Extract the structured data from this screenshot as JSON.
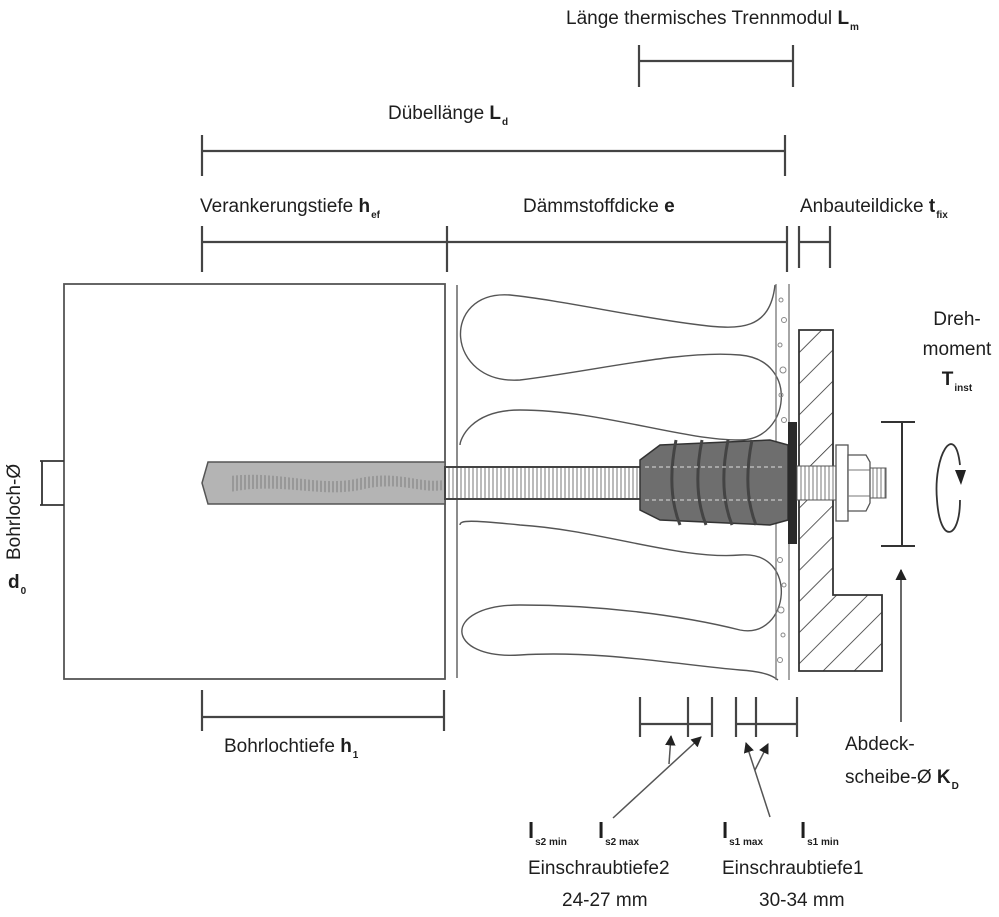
{
  "colors": {
    "line": "#333333",
    "anchor_fill": "#b4b4b4",
    "module_fill": "#6e6e6e",
    "washer_fill": "#2a2a2a",
    "hatch": "#333333"
  },
  "labels": {
    "module_length": {
      "text": "Länge thermisches Trennmodul",
      "symbol": "L",
      "sub": "m"
    },
    "dowel_length": {
      "text": "Dübellänge",
      "symbol": "L",
      "sub": "d"
    },
    "anchor_depth": {
      "text": "Verankerungstiefe",
      "symbol": "h",
      "sub": "ef"
    },
    "insulation": {
      "text": "Dämmstoffdicke",
      "symbol": "e"
    },
    "fixture_thickness": {
      "text": "Anbauteildicke",
      "symbol": "t",
      "sub": "fix"
    },
    "torque": {
      "line1": "Dreh-",
      "line2": "moment",
      "symbol": "T",
      "sub": "inst"
    },
    "drill_diameter": {
      "text": "Bohrloch-Ø",
      "symbol": "d",
      "sub": "0"
    },
    "drill_depth": {
      "text": "Bohrlochtiefe",
      "symbol": "h",
      "sub": "1"
    },
    "cover_washer": {
      "line1": "Abdeck-",
      "line2": "scheibe-Ø",
      "symbol": "K",
      "sub": "D"
    },
    "screw_depth2": {
      "sym_min": "l",
      "sub_min": "s2 min",
      "sym_max": "l",
      "sub_max": "s2 max",
      "title": "Einschraubtiefe2",
      "range": "24-27 mm"
    },
    "screw_depth1": {
      "sym_max": "l",
      "sub_max": "s1 max",
      "sym_min": "l",
      "sub_min": "s1 min",
      "title": "Einschraubtiefe1",
      "range": "30-34 mm"
    }
  }
}
